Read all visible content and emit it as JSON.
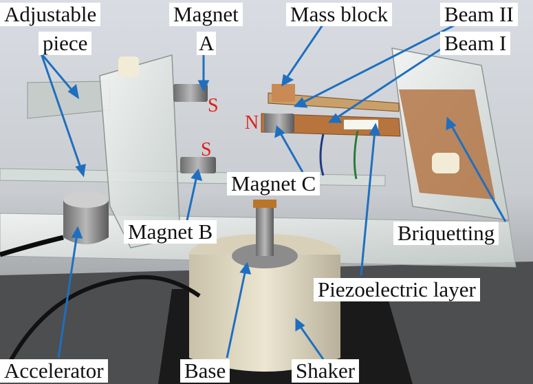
{
  "labels": {
    "adjustable_piece_line1": "Adjustable",
    "adjustable_piece_line2": "piece",
    "magnet_a_line1": "Magnet",
    "magnet_a_line2": "A",
    "mass_block": "Mass block",
    "beam_ii": "Beam II",
    "beam_i": "Beam I",
    "magnet_c": "Magnet C",
    "magnet_b": "Magnet B",
    "briquetting": "Briquetting",
    "piezoelectric_layer": "Piezoelectric layer",
    "accelerator": "Accelerator",
    "base": "Base",
    "shaker": "Shaker"
  },
  "poles": {
    "magnet_a_pole": "S",
    "magnet_b_pole": "S",
    "magnet_c_pole": "N"
  },
  "colors": {
    "arrow": "#1e6fc0",
    "pole_text": "#e0201b",
    "label_bg": "#ffffff"
  }
}
